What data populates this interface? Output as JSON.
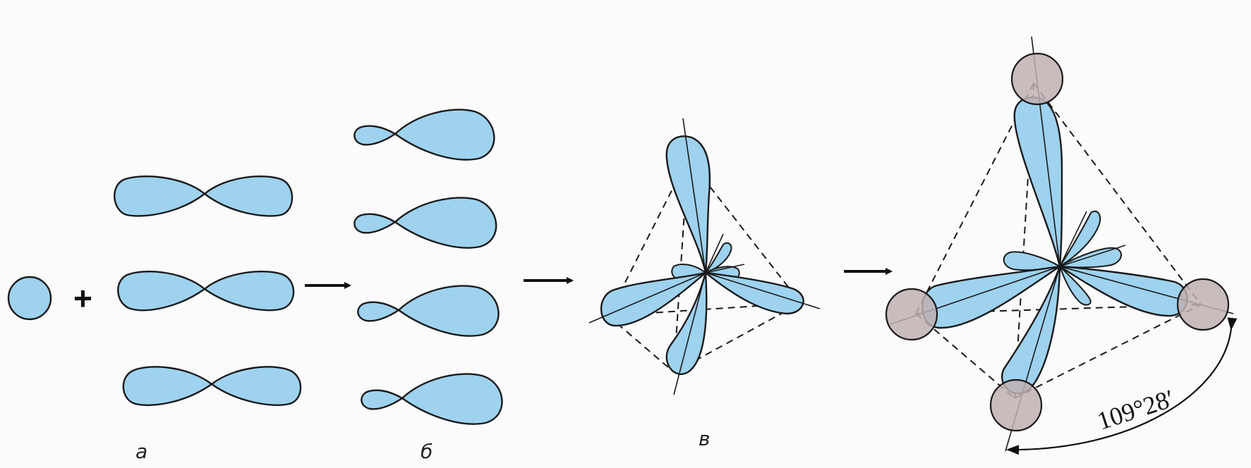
{
  "panels": {
    "a": {
      "label": "а",
      "plus": "+"
    },
    "b": {
      "label": "б"
    },
    "c": {
      "label": "в"
    },
    "d": {
      "angle": "109°28′"
    }
  },
  "colors": {
    "orbital_fill": "#9ed2ee",
    "atom_fill": "#bfb0b2",
    "outline": "#1a1a1a"
  }
}
